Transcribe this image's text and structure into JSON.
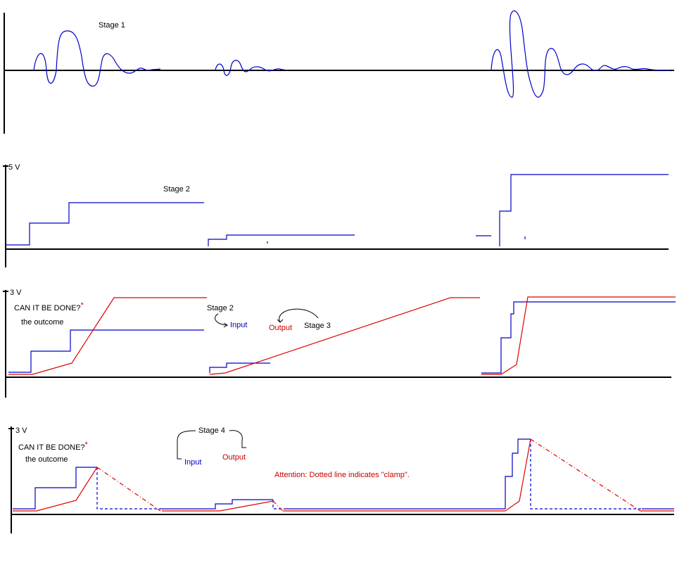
{
  "panel1": {
    "stage_label": "Stage 1"
  },
  "panel2": {
    "axis_label": "5 V",
    "stage_label": "Stage 2"
  },
  "panel3": {
    "axis_label": "3 V",
    "question": "CAN IT BE DONE?",
    "asterisk": "*",
    "subtitle": "the outcome",
    "stage_in_label": "Stage 2",
    "input_label": "Input",
    "output_label": "Output",
    "stage_out_label": "Stage 3"
  },
  "panel4": {
    "axis_label": "3 V",
    "question": "CAN IT BE DONE?",
    "asterisk": "*",
    "subtitle": "the outcome",
    "stage_label": "Stage 4",
    "input_label": "Input",
    "output_label": "Output",
    "attention": "Attention: Dotted line indicates \"clamp\"."
  },
  "colors": {
    "input": "#0000cc",
    "output": "#e00000",
    "axis": "#000000"
  }
}
